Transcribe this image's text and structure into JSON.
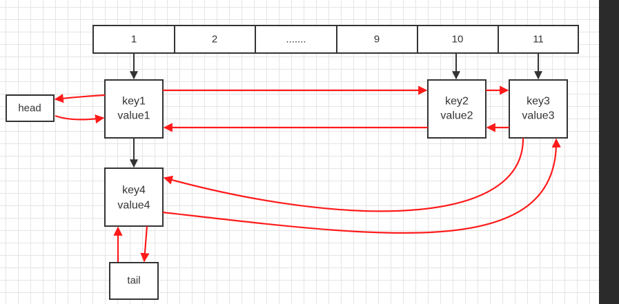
{
  "table": {
    "cells": [
      "1",
      "2",
      ".......",
      "9",
      "10",
      "11"
    ]
  },
  "nodes": {
    "n1": {
      "key": "key1",
      "value": "value1"
    },
    "n2": {
      "key": "key2",
      "value": "value2"
    },
    "n3": {
      "key": "key3",
      "value": "value3"
    },
    "n4": {
      "key": "key4",
      "value": "value4"
    }
  },
  "pointers": {
    "head": "head",
    "tail": "tail"
  },
  "colors": {
    "link_arrow": "#ff1a1a",
    "bucket_arrow": "#333333",
    "grid": "#e4e4e4",
    "side_panel": "#2b2b2b"
  }
}
